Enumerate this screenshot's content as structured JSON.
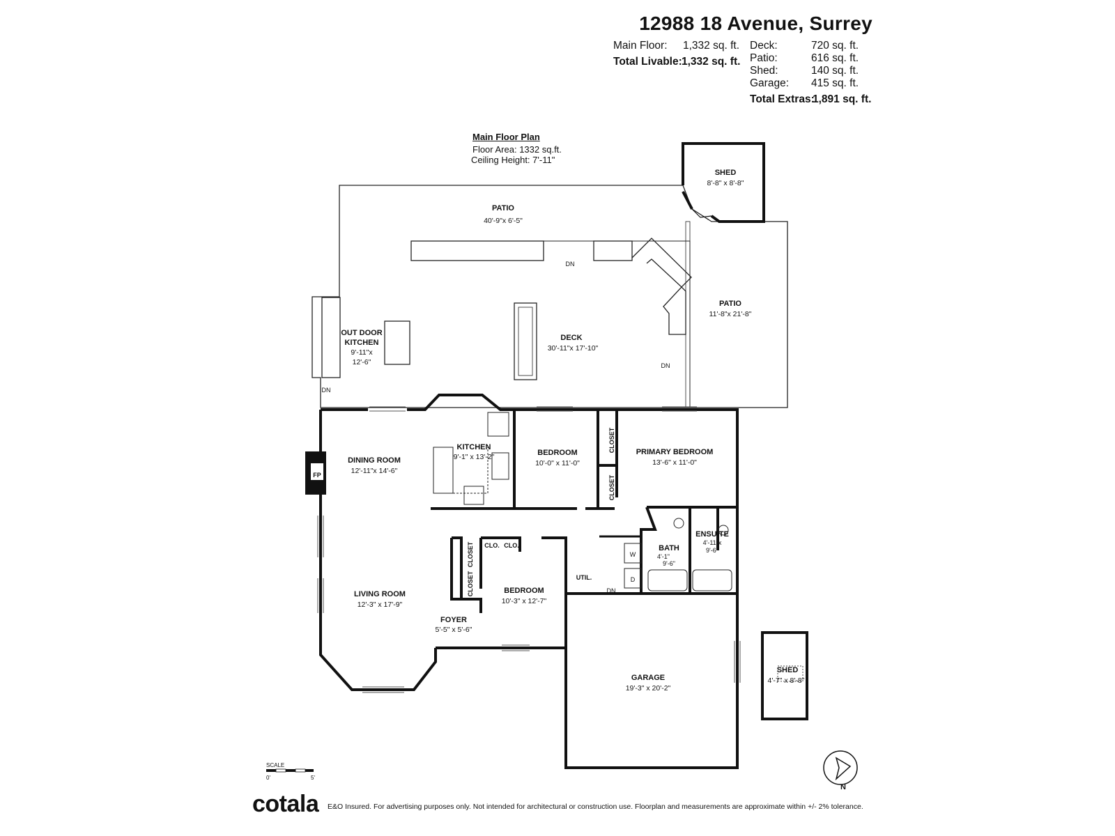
{
  "header": {
    "address": "12988 18 Avenue, Surrey",
    "livable": [
      {
        "label": "Main Floor:",
        "value": "1,332 sq. ft."
      },
      {
        "label": "Total Livable:",
        "value": "1,332 sq. ft."
      }
    ],
    "extras": [
      {
        "label": "Deck:",
        "value": "720 sq. ft."
      },
      {
        "label": "Patio:",
        "value": "616 sq. ft."
      },
      {
        "label": "Shed:",
        "value": "140 sq. ft."
      },
      {
        "label": "Garage:",
        "value": "415 sq. ft."
      }
    ],
    "total_extras": {
      "label": "Total Extras:",
      "value": "1,891 sq. ft."
    }
  },
  "plan": {
    "name": "Main Floor Plan",
    "floor_area": "Floor Area: 1332 sq.ft.",
    "ceiling_height": "Ceiling Height: 7'-11\""
  },
  "rooms": [
    {
      "id": "patio-north",
      "name": "PATIO",
      "dims": "40'-9\"x 6'-5\""
    },
    {
      "id": "shed-north",
      "name": "SHED",
      "dims": "8'-8\" x 8'-8\""
    },
    {
      "id": "patio-east",
      "name": "PATIO",
      "dims": "11'-8\"x 21'-8\""
    },
    {
      "id": "deck",
      "name": "DECK",
      "dims": "30'-11\"x 17'-10\""
    },
    {
      "id": "outdoor-kitchen",
      "name": "OUT DOOR",
      "name2": "KITCHEN",
      "dims": "9'-11\"x",
      "dims2": "12'-6\""
    },
    {
      "id": "dining-room",
      "name": "DINING ROOM",
      "dims": "12'-11\"x 14'-6\""
    },
    {
      "id": "kitchen",
      "name": "KITCHEN",
      "dims": "9'-1\" x 13'-2\""
    },
    {
      "id": "bedroom-1",
      "name": "BEDROOM",
      "dims": "10'-0\" x 11'-0\""
    },
    {
      "id": "primary-bedroom",
      "name": "PRIMARY BEDROOM",
      "dims": "13'-6\" x 11'-0\""
    },
    {
      "id": "bath",
      "name": "BATH",
      "dims": "4'-1\"",
      "dims2": "9'-6\""
    },
    {
      "id": "ensuite",
      "name": "ENSUITE",
      "dims": "4'-11\"x",
      "dims2": "9'-6\""
    },
    {
      "id": "living-room",
      "name": "LIVING ROOM",
      "dims": "12'-3\" x 17'-9\""
    },
    {
      "id": "bedroom-2",
      "name": "BEDROOM",
      "dims": "10'-3\" x 12'-7\""
    },
    {
      "id": "foyer",
      "name": "FOYER",
      "dims": "5'-5\" x 5'-6\""
    },
    {
      "id": "garage",
      "name": "GARAGE",
      "dims": "19'-3\" x 20'-2\""
    },
    {
      "id": "shed-south",
      "name": "SHED",
      "dims": "4'-7\" x 8'-8\""
    }
  ],
  "small_labels": {
    "closet": "CLOSET",
    "clo": "CLO.",
    "util": "UTIL.",
    "washer": "W",
    "dryer": "D",
    "fireplace": "FP",
    "stairs_down": "DN"
  },
  "footer": {
    "brand": "cotala",
    "disclaimer": "E&O Insured. For advertising purposes only. Not intended for architectural or construction use. Floorplan and measurements are approximate within +/- 2% tolerance.",
    "scale_label": "SCALE",
    "scale_start": "0'",
    "scale_end": "5'",
    "north": "N"
  }
}
